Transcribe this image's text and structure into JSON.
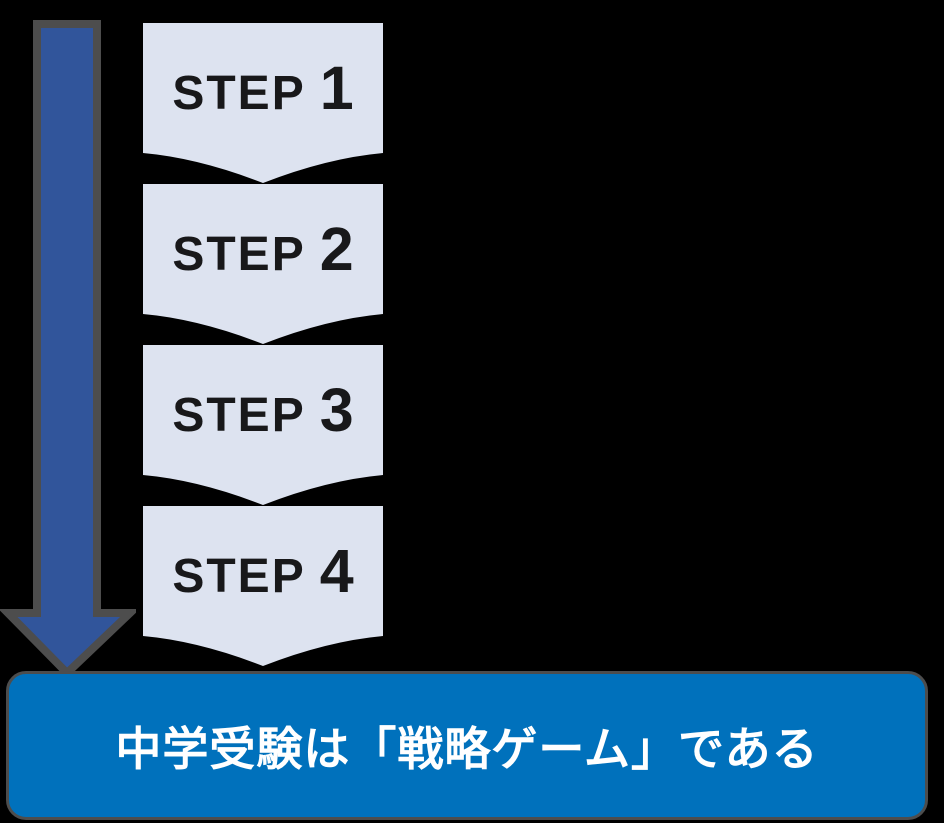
{
  "colors": {
    "background": "#000000",
    "step_box_fill": "#dde3f0",
    "step_text": "#18181a",
    "arrow_fill": "#31559b",
    "outline": "#4d4d4d",
    "banner_fill": "#0071bc",
    "banner_text": "#ffffff"
  },
  "steps": [
    {
      "label": "STEP",
      "number": "1"
    },
    {
      "label": "STEP",
      "number": "2"
    },
    {
      "label": "STEP",
      "number": "3"
    },
    {
      "label": "STEP",
      "number": "4"
    }
  ],
  "conclusion": {
    "text": "中学受験は「戦略ゲーム」である"
  }
}
